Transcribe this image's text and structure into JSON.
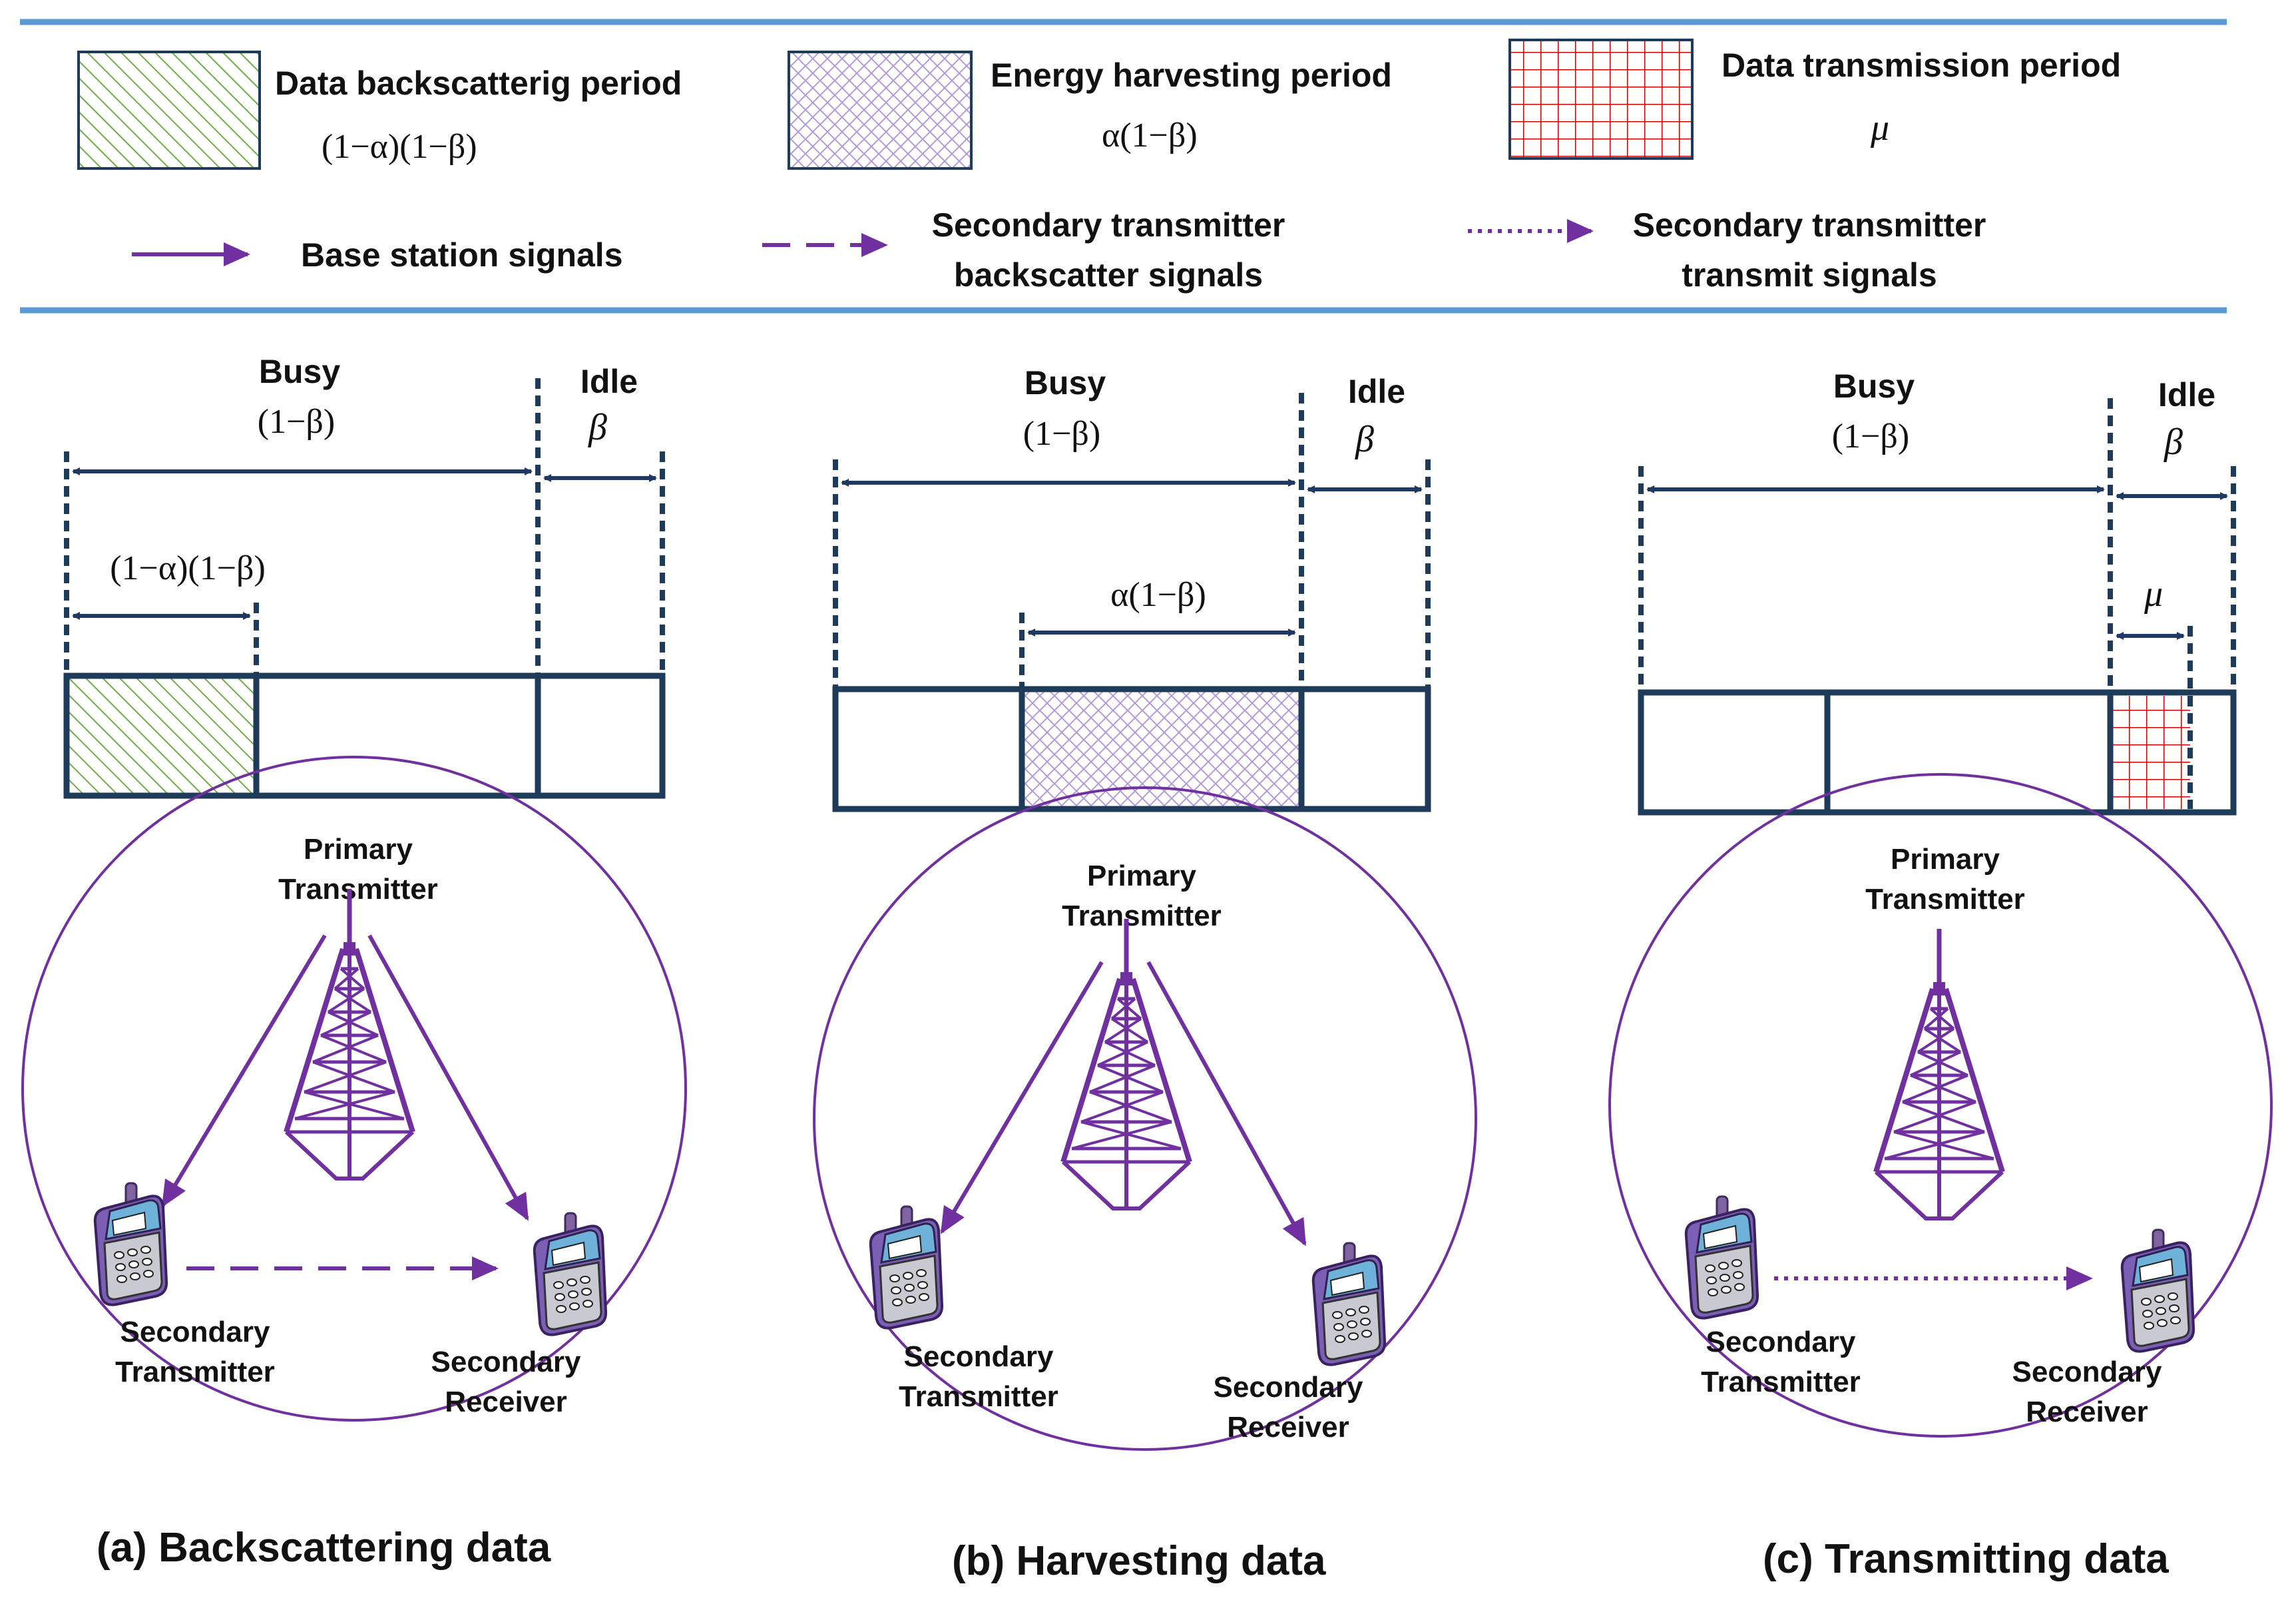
{
  "legend": {
    "backscatter_title": "Data backscatterig period",
    "backscatter_formula": "(1−α)(1−β)",
    "harvest_title": "Energy harvesting period",
    "harvest_formula": "α(1−β)",
    "transmit_title": "Data transmission period",
    "transmit_formula": "μ",
    "base_station_signals": "Base station signals",
    "st_backscatter_line1": "Secondary transmitter",
    "st_backscatter_line2": "backscatter signals",
    "st_transmit_line1": "Secondary transmitter",
    "st_transmit_line2": "transmit signals"
  },
  "colors": {
    "rule": "#5b9bd5",
    "frame": "#1f3b5a",
    "arrow": "#203864",
    "signal": "#7030a0",
    "hatch_green": "#70ad47",
    "cross_purple": "#b49be0",
    "grid_red": "#d00000"
  },
  "timing": {
    "busy": "Busy",
    "busy_formula": "(1−β)",
    "idle": "Idle",
    "idle_formula": "β",
    "a_sub_formula": "(1−α)(1−β)",
    "b_sub_formula": "α(1−β)",
    "c_sub_formula": "μ"
  },
  "nodes": {
    "primary_line1": "Primary",
    "primary_line2": "Transmitter",
    "st_line1": "Secondary",
    "st_line2": "Transmitter",
    "sr_line1": "Secondary",
    "sr_line2": "Receiver"
  },
  "captions": {
    "a": "(a) Backscattering data",
    "b": "(b) Harvesting data",
    "c": "(c) Transmitting data"
  },
  "icons": {
    "tower": "antenna-tower-icon",
    "phone": "mobile-phone-icon"
  }
}
